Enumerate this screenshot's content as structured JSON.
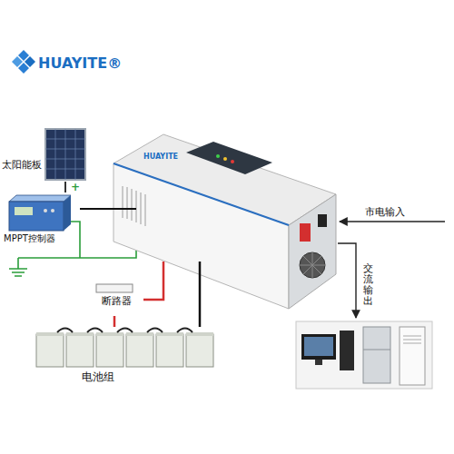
{
  "diagram": {
    "nodes": [
      {
        "text": [
          "太阳能板"
        ]
      },
      {
        "text": [
          "HUAYITE"
        ]
      },
      {
        "text": [
          "MPPT控制器"
        ]
      },
      {
        "text": [
          "断路器"
        ]
      },
      {
        "text": [
          "电池组"
        ]
      }
    ],
    "edges": [
      {
        "from": 0,
        "to": 2,
        "arrow": "none"
      },
      {
        "from": 2,
        "to": 1,
        "arrow": "none"
      },
      {
        "from": 4,
        "to": 3,
        "arrow": "none"
      },
      {
        "from": 3,
        "to": 1,
        "arrow": "none"
      },
      {
        "from": 4,
        "to": 1,
        "arrow": "none"
      }
    ],
    "labels": [
      "HUAYITE®",
      "+",
      "市电输入",
      "交流输出"
    ]
  }
}
